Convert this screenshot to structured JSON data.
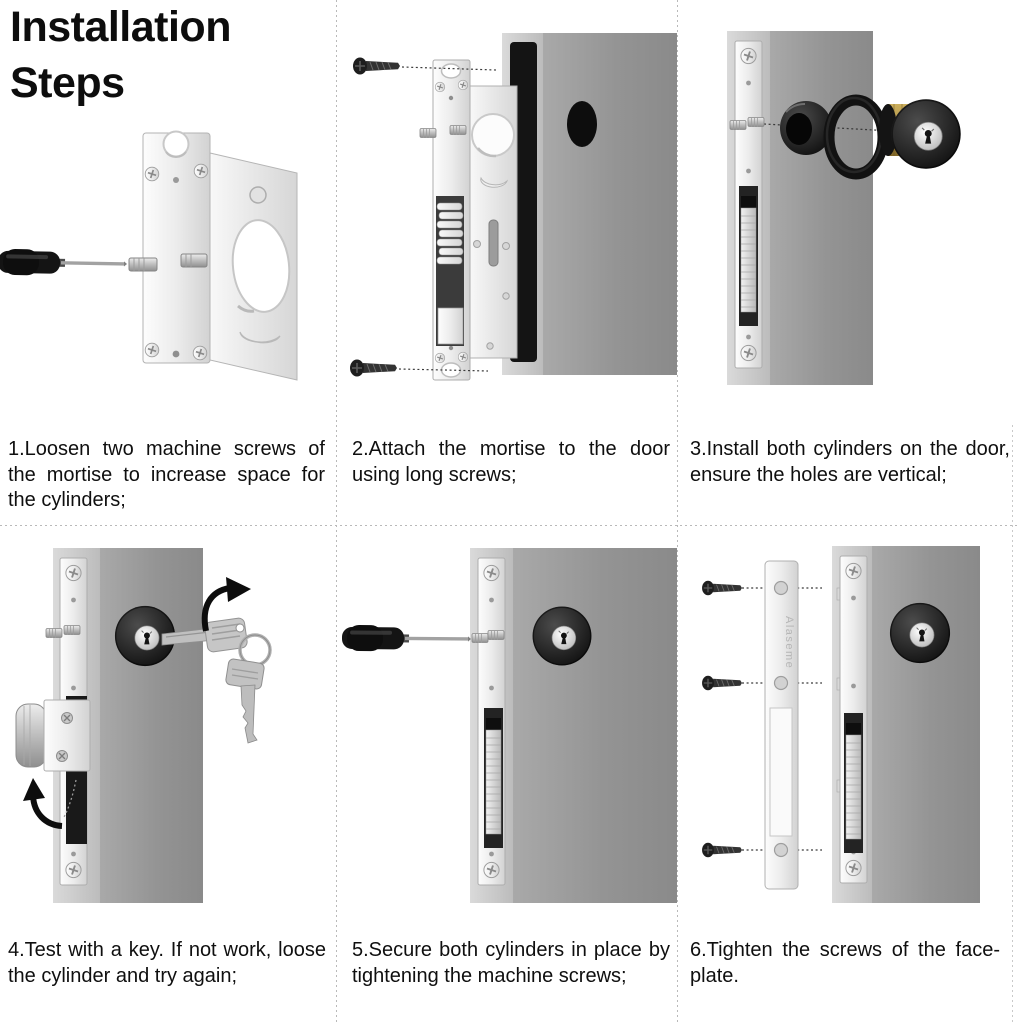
{
  "title": {
    "line1": "Installation",
    "line2": "Steps"
  },
  "steps": [
    {
      "number": "1",
      "caption": "1.Loosen two machine screws of the mortise to increase space for the cylinders;",
      "illustration": "mortise-lock-with-screwdriver",
      "icons": [
        "screwdriver-icon",
        "mortise-lock",
        "machine-screw"
      ]
    },
    {
      "number": "2",
      "caption": "2.Attach the mortise to the door using long screws;",
      "illustration": "mortise-inserted-into-door-with-long-screws",
      "icons": [
        "long-screw",
        "mortise-lock",
        "door"
      ]
    },
    {
      "number": "3",
      "caption": "3.Install both cylinders on the door, ensure the holes are vertical;",
      "illustration": "cylinder-parts-exploded-at-door",
      "icons": [
        "door",
        "faceplate",
        "rosette-cup",
        "spacer-ring",
        "lock-cylinder"
      ]
    },
    {
      "number": "4",
      "caption": "4.Test with a key. If not work, loose the cylinder and try again;",
      "illustration": "key-test-with-rotation-arrows",
      "icons": [
        "door",
        "keys-icon",
        "rotation-arrow-icon",
        "deadbolt",
        "curved-arrow-icon"
      ]
    },
    {
      "number": "5",
      "caption": "5.Secure both cylinders in place by tightening the machine screws;",
      "illustration": "screwdriver-tightening-machine-screws",
      "icons": [
        "screwdriver-icon",
        "door",
        "lock-cylinder"
      ]
    },
    {
      "number": "6",
      "caption": "6.Tighten the screws of the face-plate.",
      "illustration": "faceplate-with-three-screws",
      "icons": [
        "flat-screw",
        "faceplate",
        "door",
        "lock-cylinder"
      ]
    }
  ],
  "brand": {
    "faceplate_text": "Alaseme"
  },
  "colors": {
    "background": "#ffffff",
    "text": "#0f0f0f",
    "separator": "#b9b9b9",
    "door_front": "#949494",
    "door_edge": "#c9c9c9",
    "chrome": "#e8e8e8",
    "cylinder_black": "#1a1a1a",
    "brass": "#b29446",
    "handle_black": "#161616"
  }
}
